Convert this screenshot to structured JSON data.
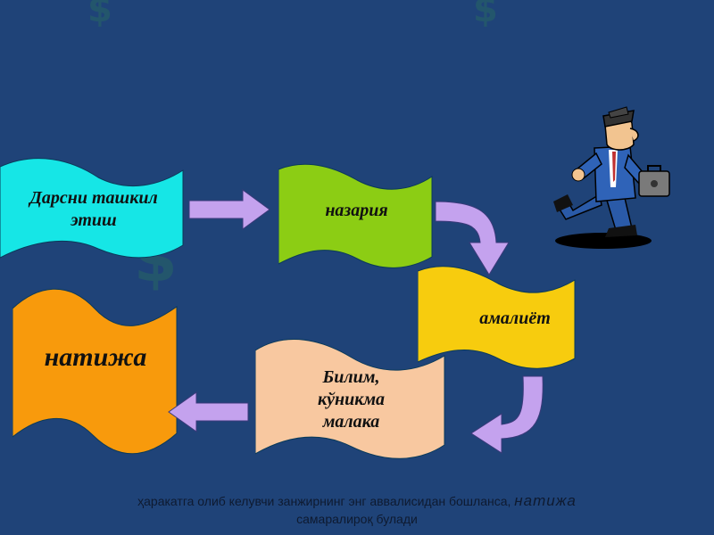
{
  "flow": {
    "step1": "Дарсни ташкил этиш",
    "step2": "назария",
    "step3": "амалиёт",
    "step4": "Билим, кўникма малака",
    "step5": "натижа"
  },
  "colors": {
    "background": "#1f4378",
    "step1": "#16e6e6",
    "step2": "#8ccd14",
    "step3": "#f7cc0e",
    "step4": "#f8c8a0",
    "step5": "#f89a0c",
    "arrow": "#c4a2ee"
  },
  "caption": {
    "line1_pre": "ҳаракатга олиб келувчи занжирнинг энг аввалисидан бошланса,",
    "line1_em": "натижа",
    "line2": "самаралироқ булади"
  },
  "icons": {
    "figure": "running-businessman-icon"
  }
}
